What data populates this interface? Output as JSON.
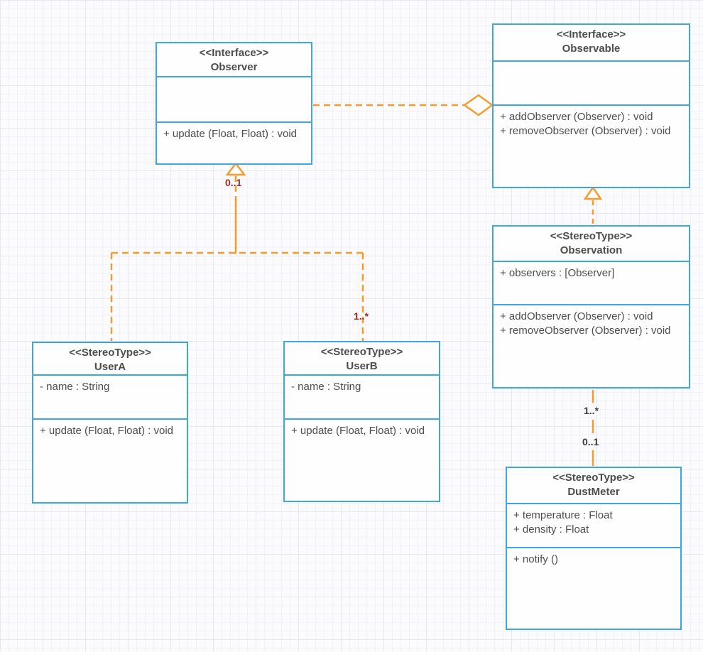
{
  "diagram": {
    "colors": {
      "box_border": "#3FA7E0",
      "connector": "#F59B2E",
      "label_red": "#9C2B21",
      "label_dark": "#3B3B3B",
      "text": "#4D4D4D",
      "box_fill": "#FEFEFE"
    },
    "classes": {
      "observer": {
        "stereotype": "<<Interface>>",
        "name": "Observer",
        "attributes": [],
        "methods": [
          "+ update (Float, Float) : void"
        ]
      },
      "observable": {
        "stereotype": "<<Interface>>",
        "name": "Observable",
        "attributes": [],
        "methods": [
          "+ addObserver (Observer) : void",
          "+ removeObserver (Observer) : void"
        ]
      },
      "observation": {
        "stereotype": "<<StereoType>>",
        "name": "Observation",
        "attributes": [
          "+ observers : [Observer]"
        ],
        "methods": [
          "+ addObserver (Observer) : void",
          "+ removeObserver (Observer) : void"
        ]
      },
      "userA": {
        "stereotype": "<<StereoType>>",
        "name": "UserA",
        "attributes": [
          "- name : String"
        ],
        "methods": [
          "+ update (Float, Float) : void"
        ]
      },
      "userB": {
        "stereotype": "<<StereoType>>",
        "name": "UserB",
        "attributes": [
          "- name : String"
        ],
        "methods": [
          "+ update (Float, Float) : void"
        ]
      },
      "dustmeter": {
        "stereotype": "<<StereoType>>",
        "name": "DustMeter",
        "attributes": [
          "+ temperature : Float",
          "+ density : Float"
        ],
        "methods": [
          "+ notify ()"
        ]
      }
    },
    "labels": {
      "observer_lower_multiplicity": "0..1",
      "userB_upper_multiplicity": "1..*",
      "observation_lower_multiplicity": "1..*",
      "dustmeter_upper_multiplicity": "0..1"
    }
  }
}
